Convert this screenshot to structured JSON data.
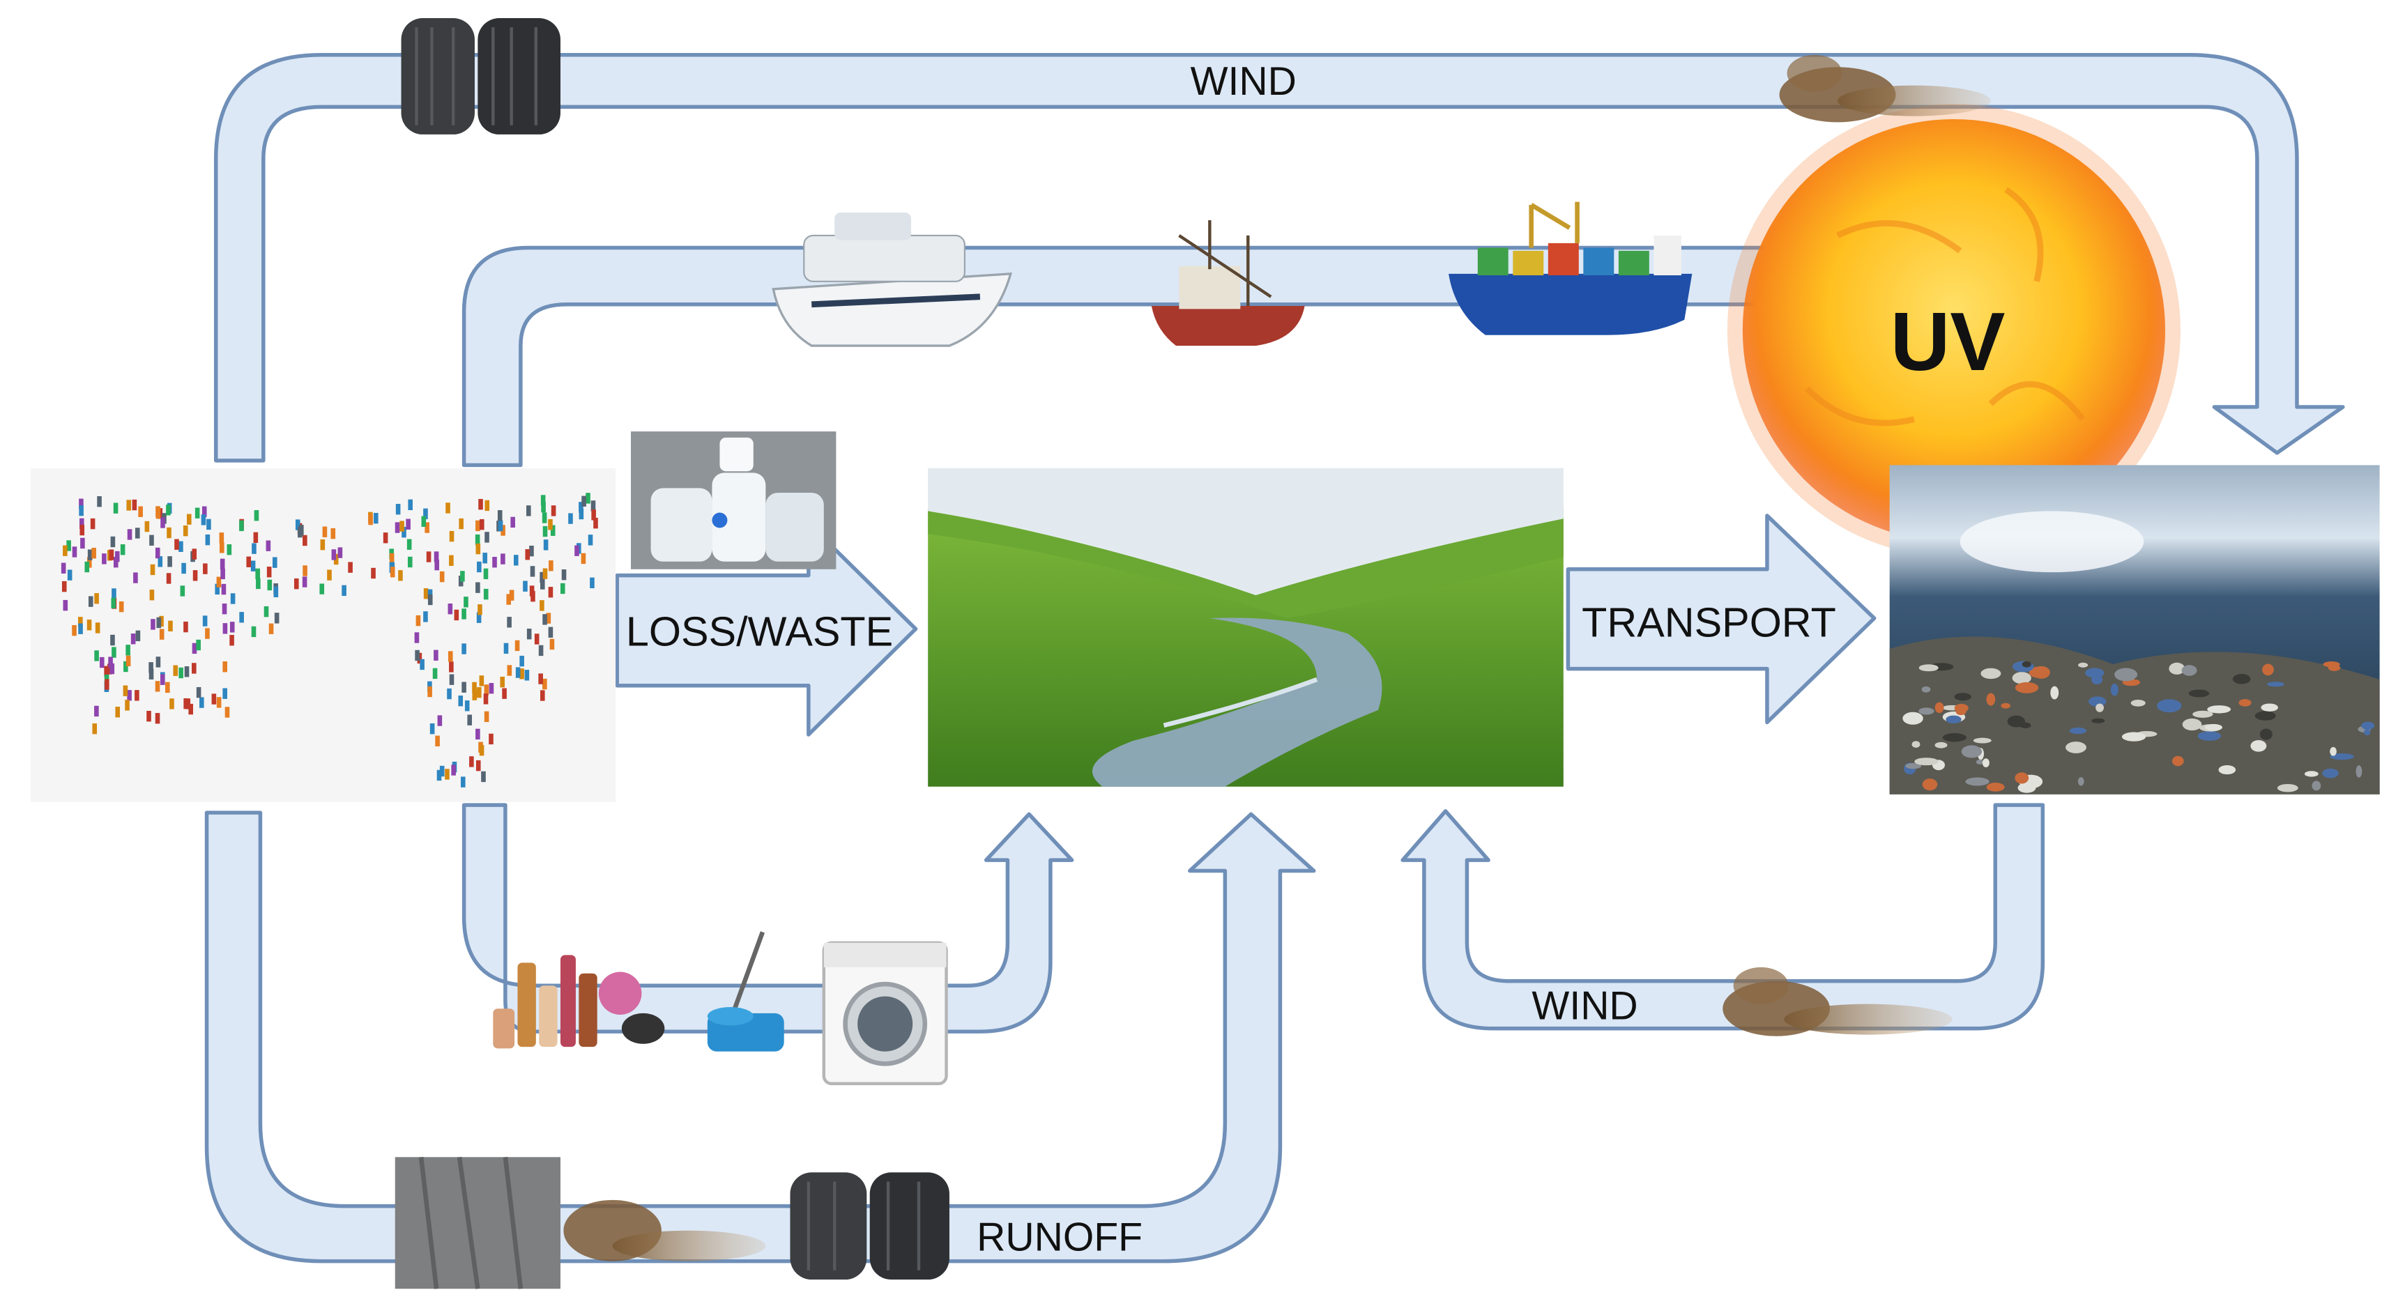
{
  "labels": {
    "wind_top": "WIND",
    "loss_waste": "LOSS/WASTE",
    "transport": "TRANSPORT",
    "uv": "UV",
    "wind_bottom": "WIND",
    "runoff": "RUNOFF"
  },
  "colors": {
    "arrow_fill": "#dce8f6",
    "arrow_stroke": "#6f8fb8",
    "sun_core": "#ffbf1f",
    "sun_edge": "#f05a10",
    "grass": "#6fae2e",
    "water": "#3d5e7a"
  },
  "icons": [
    "population-map-icon",
    "plastic-bottles-icon",
    "tires-icon",
    "dust-cloud-icon",
    "cruise-ship-icon",
    "fishing-boat-icon",
    "cargo-ship-icon",
    "sun-icon",
    "river-landscape-icon",
    "polluted-ocean-icon",
    "cosmetics-icon",
    "mop-bucket-icon",
    "washing-machine-icon",
    "road-icon"
  ]
}
